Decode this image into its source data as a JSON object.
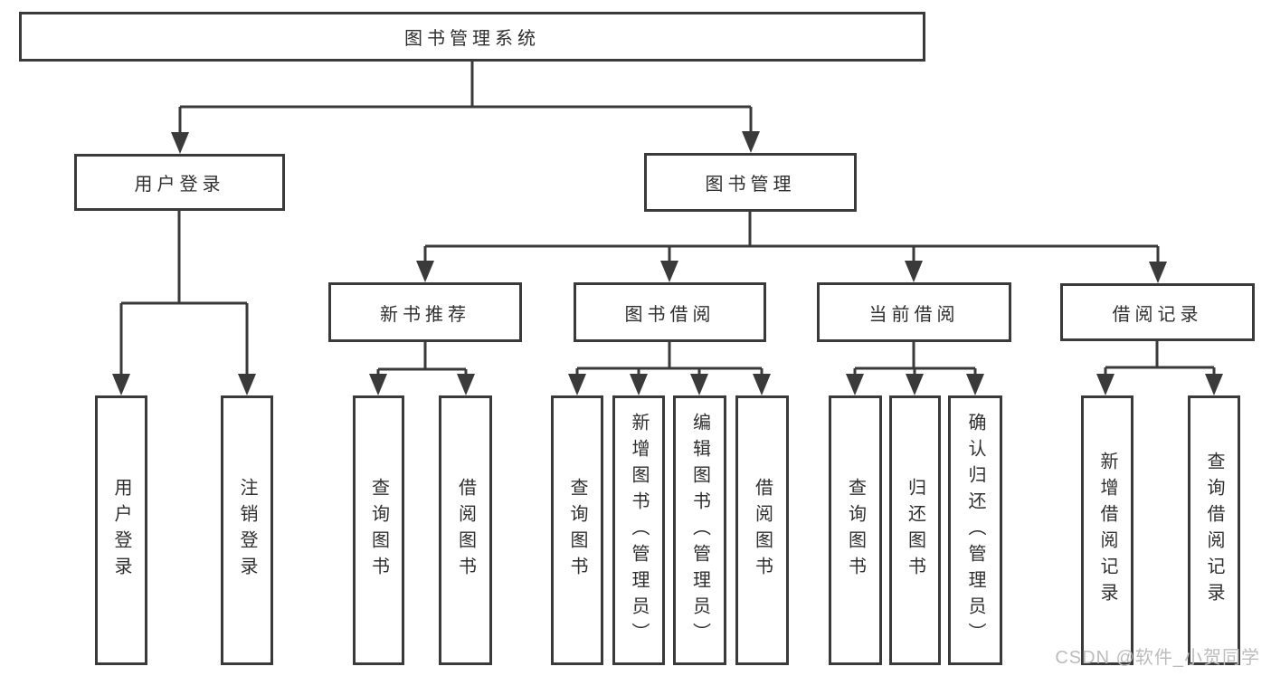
{
  "diagram": {
    "root": {
      "label": "图书管理系统"
    },
    "branches": [
      {
        "label": "用户登录",
        "children": [
          {
            "label": "用户登录"
          },
          {
            "label": "注销登录"
          }
        ]
      },
      {
        "label": "图书管理",
        "children": [
          {
            "label": "新书推荐",
            "children": [
              {
                "label": "查询图书"
              },
              {
                "label": "借阅图书"
              }
            ]
          },
          {
            "label": "图书借阅",
            "children": [
              {
                "label": "查询图书"
              },
              {
                "label": "新增图书（管理员）"
              },
              {
                "label": "编辑图书（管理员）"
              },
              {
                "label": "借阅图书"
              }
            ]
          },
          {
            "label": "当前借阅",
            "children": [
              {
                "label": "查询图书"
              },
              {
                "label": "归还图书"
              },
              {
                "label": "确认归还（管理员）"
              }
            ]
          },
          {
            "label": "借阅记录",
            "children": [
              {
                "label": "新增借阅记录"
              },
              {
                "label": "查询借阅记录"
              }
            ]
          }
        ]
      }
    ]
  },
  "watermark": {
    "text": "CSDN @软件_小贺同学"
  },
  "colors": {
    "line": "#3a3a3a",
    "text": "#2f2f2f",
    "watermark": "#bcbcbc",
    "background": "#ffffff"
  }
}
